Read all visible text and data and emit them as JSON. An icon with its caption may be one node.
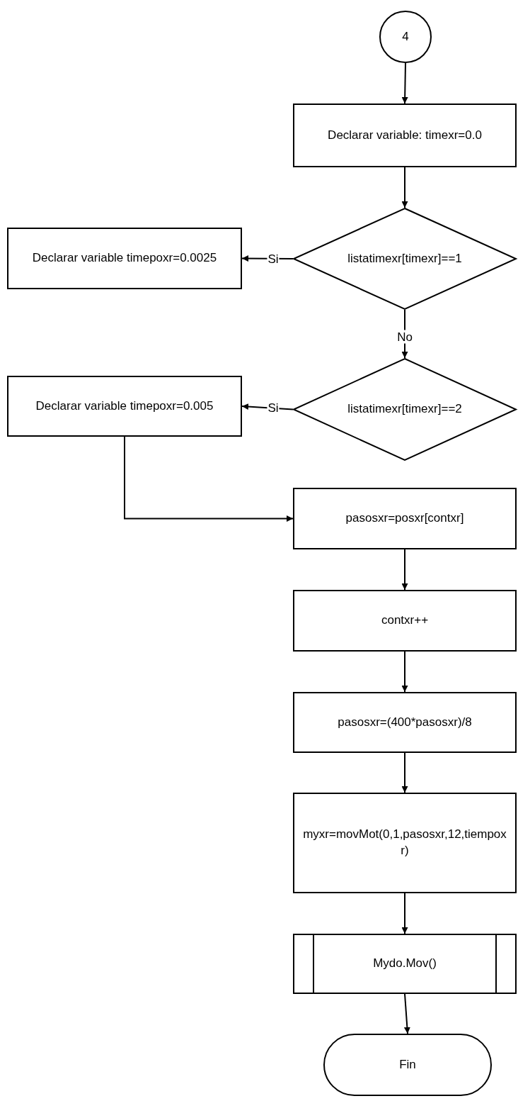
{
  "diagram": {
    "nodes": [
      {
        "text": [
          "4"
        ]
      },
      {
        "text": [
          "Declarar variable: timexr=0.0"
        ]
      },
      {
        "text": [
          "listatimexr[timexr]==1"
        ]
      },
      {
        "text": [
          "Declarar variable timepoxr=0.0025"
        ]
      },
      {
        "text": [
          "listatimexr[timexr]==2"
        ]
      },
      {
        "text": [
          "Declarar variable timepoxr=0.005"
        ]
      },
      {
        "text": [
          "pasosxr=posxr[contxr]"
        ]
      },
      {
        "text": [
          "contxr++"
        ]
      },
      {
        "text": [
          "pasosxr=(400*pasosxr)/8"
        ]
      },
      {
        "text": [
          "myxr=movMot(0,1,pasosxr,12,tiempoxr)"
        ]
      },
      {
        "text": [
          "Mydo.Mov()"
        ]
      },
      {
        "text": [
          "Fin"
        ]
      }
    ],
    "edges": [
      {
        "from": 0,
        "to": 1,
        "arrow": "to"
      },
      {
        "from": 1,
        "to": 2,
        "arrow": "to"
      },
      {
        "from": 2,
        "to": 3,
        "arrow": "to",
        "label": "Si"
      },
      {
        "from": 2,
        "to": 4,
        "arrow": "to",
        "label": "No"
      },
      {
        "from": 4,
        "to": 5,
        "arrow": "to",
        "label": "Si"
      },
      {
        "from": 5,
        "to": 6,
        "arrow": "to"
      },
      {
        "from": 6,
        "to": 7,
        "arrow": "to"
      },
      {
        "from": 7,
        "to": 8,
        "arrow": "to"
      },
      {
        "from": 8,
        "to": 9,
        "arrow": "to"
      },
      {
        "from": 9,
        "to": 10,
        "arrow": "to"
      },
      {
        "from": 10,
        "to": 11,
        "arrow": "to"
      }
    ]
  }
}
